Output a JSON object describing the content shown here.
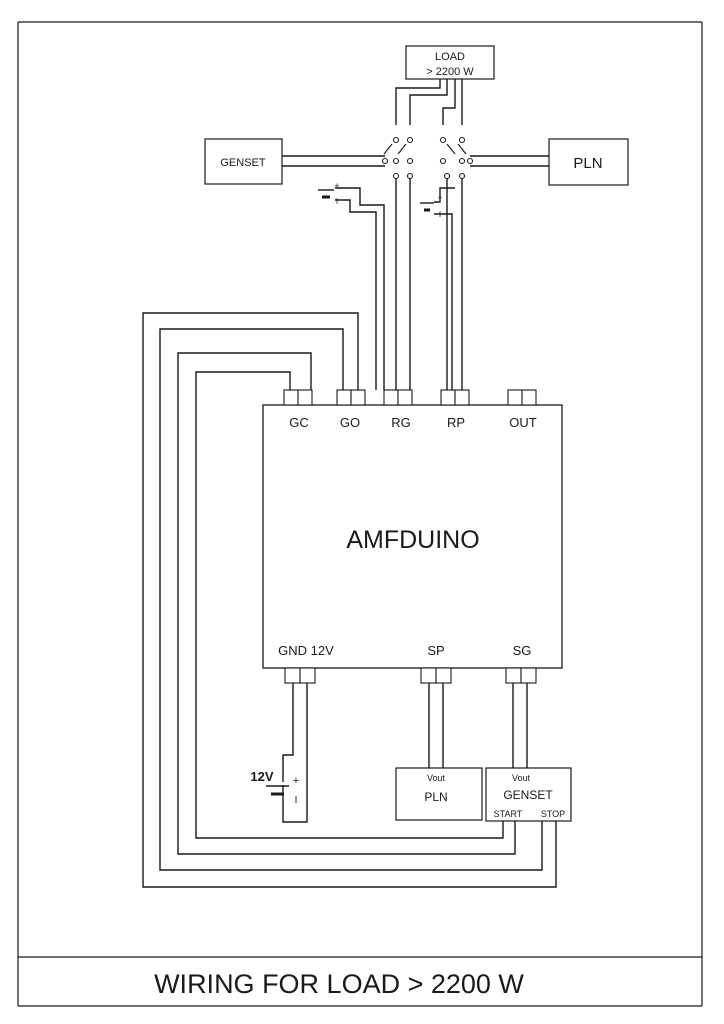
{
  "diagram": {
    "footer_title": "WIRING FOR LOAD > 2200 W",
    "load": {
      "line1": "LOAD",
      "line2": "> 2200 W"
    },
    "genset_box": {
      "label": "GENSET"
    },
    "pln_box": {
      "label": "PLN"
    },
    "controller": {
      "name": "AMFDUINO",
      "top_terminals": [
        "GC",
        "GO",
        "RG",
        "RP",
        "OUT"
      ],
      "bottom_terminals": [
        "GND 12V",
        "SP",
        "SG"
      ]
    },
    "battery": {
      "label": "12V",
      "plus": "+",
      "minus": "I"
    },
    "relay_coil_signs": {
      "plus": "+",
      "minus": "I"
    },
    "sensor_pln": {
      "vout": "Vout",
      "label": "PLN"
    },
    "sensor_genset": {
      "vout": "Vout",
      "label": "GENSET",
      "start": "START",
      "stop": "STOP"
    }
  }
}
